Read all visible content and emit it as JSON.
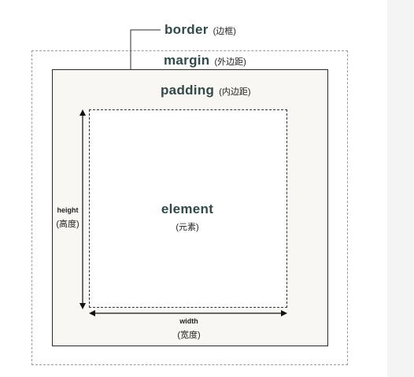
{
  "labels": {
    "border": {
      "en": "border",
      "cn": "(边框)"
    },
    "margin": {
      "en": "margin",
      "cn": "(外边距)"
    },
    "padding": {
      "en": "padding",
      "cn": "(内边距)"
    },
    "element": {
      "en": "element",
      "cn": "(元素)"
    },
    "height": {
      "en": "height",
      "cn": "(高度)"
    },
    "width": {
      "en": "width",
      "cn": "(宽度)"
    }
  },
  "colors": {
    "label_accent": "#2f4a48",
    "line": "#2a2a2a",
    "dashed": "#9a9a9a",
    "border_fill": "#f8f7f3"
  }
}
